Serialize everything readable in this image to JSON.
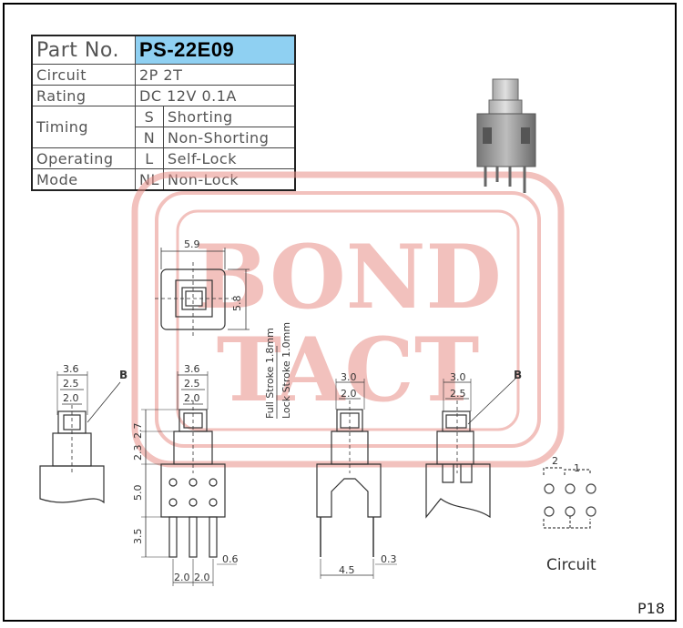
{
  "spec_table": {
    "part_no_label": "Part No.",
    "part_no_value": "PS-22E09",
    "circuit_label": "Circuit",
    "circuit_value": "2P 2T",
    "rating_label": "Rating",
    "rating_value": "DC 12V 0.1A",
    "timing_label": "Timing",
    "timing_rows": [
      {
        "code": "S",
        "desc": "Shorting"
      },
      {
        "code": "N",
        "desc": "Non-Shorting"
      }
    ],
    "mode_label_1": "Operating",
    "mode_label_2": "Mode",
    "mode_rows": [
      {
        "code": "L",
        "desc": "Self-Lock"
      },
      {
        "code": "NL",
        "desc": "Non-Lock"
      }
    ]
  },
  "watermark": {
    "line1": "BOND",
    "line2": "TACT",
    "color": "#e88f88"
  },
  "dimensions": {
    "top_w": "5.9",
    "top_h": "5.8",
    "stroke_full": "Full Stroke 1.8mm",
    "stroke_lock": "Lock Stroke 1.0mm",
    "v1_a": "3.6",
    "v1_b": "2.5",
    "v1_c": "2.0",
    "v2_a": "3.6",
    "v2_b": "2.5",
    "v2_c": "2.0",
    "v2_h1": "2.7",
    "v2_h2": "2.3",
    "v2_h3": "5.0",
    "v2_h4": "3.5",
    "v2_pin": "0.6",
    "v2_p1": "2.0",
    "v2_p2": "2.0",
    "v3_a": "3.0",
    "v3_b": "2.0",
    "v3_pitch": "4.5",
    "v3_pin": "0.3",
    "v4_a": "3.0",
    "v4_b": "2.5"
  },
  "labels": {
    "b1": "B",
    "b2": "B",
    "circ_1": "1",
    "circ_2": "2"
  },
  "circuit_title": "Circuit",
  "page_no": "P18"
}
